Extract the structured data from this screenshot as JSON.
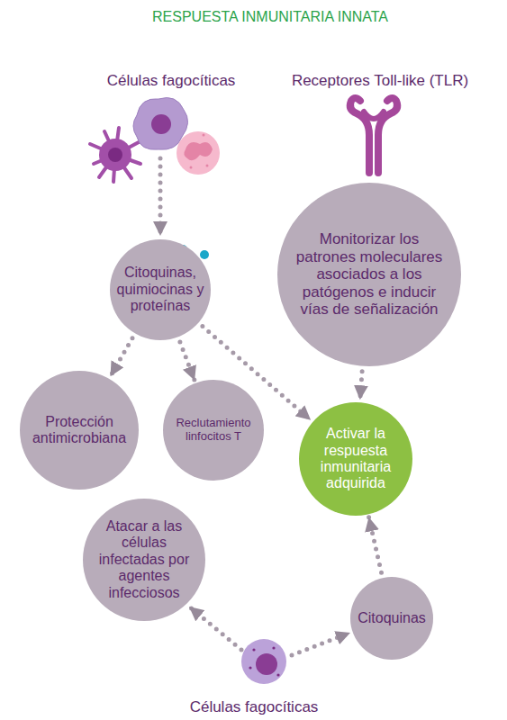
{
  "diagram": {
    "title": "RESPUESTA INMUNITARIA INNATA",
    "nodes": [
      {
        "text": [
          "Citoquinas, quimiocinas y proteínas"
        ]
      },
      {
        "text": [
          "Monitorizar los patrones moleculares asociados a los patógenos e inducir vías de señalización"
        ]
      },
      {
        "text": [
          "Protección antimicrobiana"
        ]
      },
      {
        "text": [
          "Reclutamiento linfocitos T"
        ]
      },
      {
        "text": [
          "Activar la respuesta inmunitaria adquirida"
        ]
      },
      {
        "text": [
          "Atacar a las células infectadas por agentes infecciosos"
        ]
      },
      {
        "text": [
          "Citoquinas"
        ]
      }
    ],
    "edges": [
      {
        "from": 0,
        "to": 2,
        "arrow": "to"
      },
      {
        "from": 0,
        "to": 3,
        "arrow": "to"
      },
      {
        "from": 0,
        "to": 4,
        "arrow": "to"
      },
      {
        "from": 1,
        "to": 4,
        "arrow": "to"
      },
      {
        "from": 6,
        "to": 4,
        "arrow": "to"
      }
    ],
    "labels": [
      "Células fagocíticas",
      "Receptores Toll-like (TLR)",
      "Células fagocíticas"
    ]
  }
}
